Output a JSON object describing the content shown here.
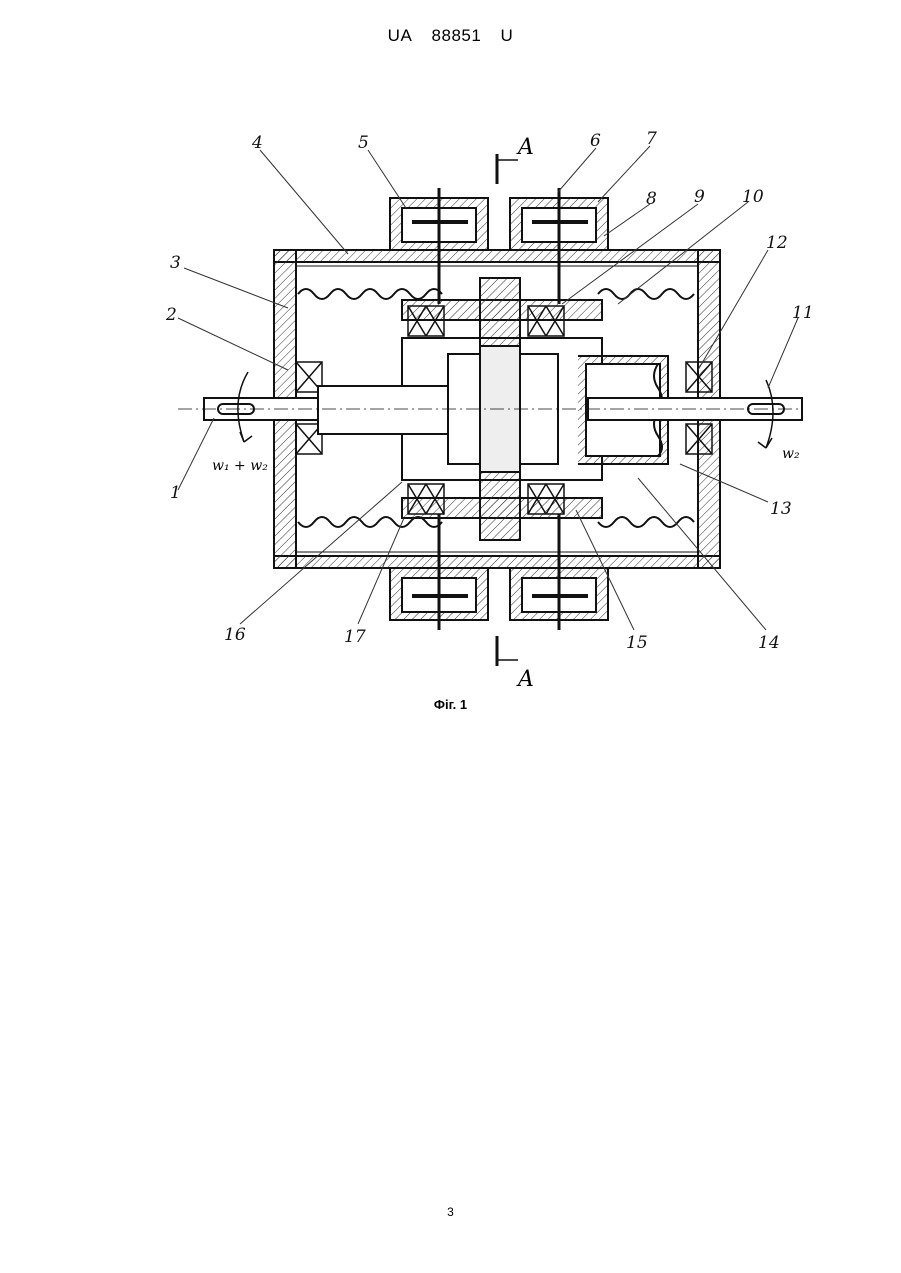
{
  "header": {
    "country": "UA",
    "number": "88851",
    "kind": "U"
  },
  "figure": {
    "caption": "Фіг. 1",
    "section_mark": "A",
    "labels": [
      "1",
      "2",
      "3",
      "4",
      "5",
      "6",
      "7",
      "8",
      "9",
      "10",
      "11",
      "12",
      "13",
      "14",
      "15",
      "16",
      "17"
    ],
    "input_speed": "w₁ + w₂",
    "output_speed": "w₂"
  },
  "footer": {
    "page_number": "3"
  }
}
